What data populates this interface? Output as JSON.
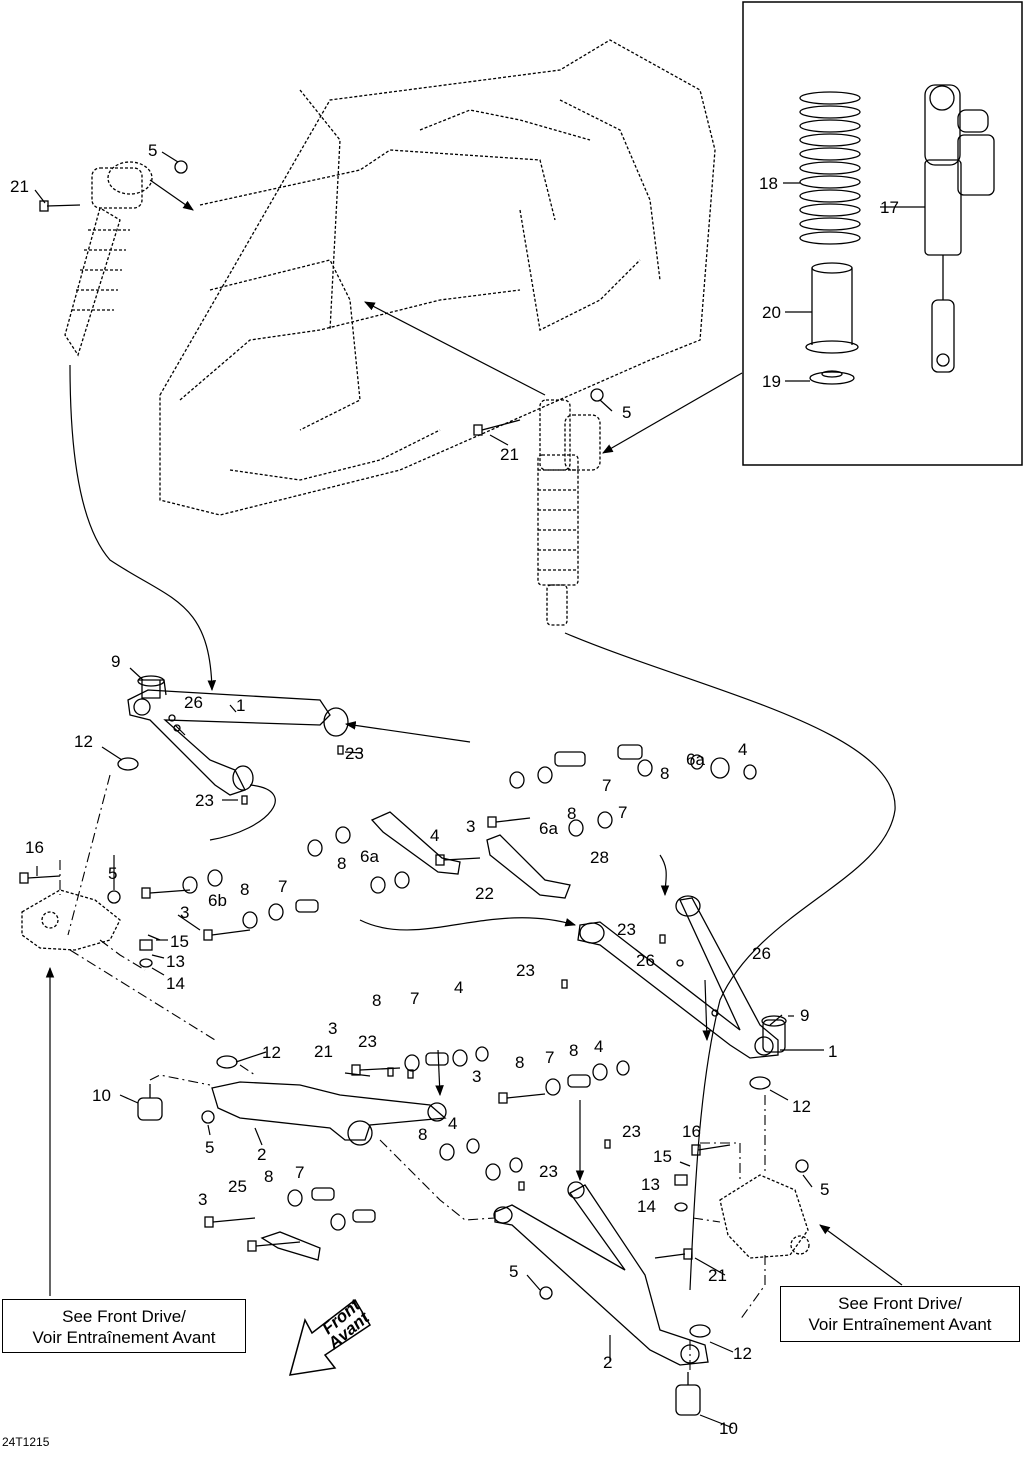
{
  "callouts": {
    "left_line1": "See Front Drive/",
    "left_line2": "Voir Entraînement Avant",
    "right_line1": "See Front Drive/",
    "right_line2": "Voir Entraînement Avant"
  },
  "front_arrow": {
    "line1": "Front",
    "line2": "Avant"
  },
  "figure_code": "24T1215",
  "part_labels": {
    "l1a": "1",
    "l1b": "1",
    "l2a": "2",
    "l2b": "2",
    "l3a": "3",
    "l3b": "3",
    "l3c": "3",
    "l3d": "3",
    "l3e": "3",
    "l4a": "4",
    "l4b": "4",
    "l4c": "4",
    "l4d": "4",
    "l4e": "4",
    "l5a": "5",
    "l5b": "5",
    "l5c": "5",
    "l5d": "5",
    "l5e": "5",
    "l5f": "5",
    "l6a1": "6a",
    "l6a2": "6a",
    "l6a3": "6a",
    "l6b": "6b",
    "l7a": "7",
    "l7b": "7",
    "l7c": "7",
    "l7d": "7",
    "l7e": "7",
    "l7f": "7",
    "l8a": "8",
    "l8b": "8",
    "l8c": "8",
    "l8d": "8",
    "l8e": "8",
    "l8f": "8",
    "l8g": "8",
    "l8h": "8",
    "l8i": "8",
    "l9a": "9",
    "l9b": "9",
    "l10a": "10",
    "l10b": "10",
    "l12a": "12",
    "l12b": "12",
    "l12c": "12",
    "l12d": "12",
    "l13a": "13",
    "l13b": "13",
    "l14a": "14",
    "l14b": "14",
    "l15a": "15",
    "l15b": "15",
    "l16a": "16",
    "l16b": "16",
    "l17": "17",
    "l18": "18",
    "l19": "19",
    "l20": "20",
    "l21a": "21",
    "l21b": "21",
    "l21c": "21",
    "l21d": "21",
    "l22": "22",
    "l23a": "23",
    "l23b": "23",
    "l23c": "23",
    "l23d": "23",
    "l23e": "23",
    "l23f": "23",
    "l23g": "23",
    "l25": "25",
    "l26a": "26",
    "l26b": "26",
    "l26c": "26",
    "l28": "28"
  }
}
